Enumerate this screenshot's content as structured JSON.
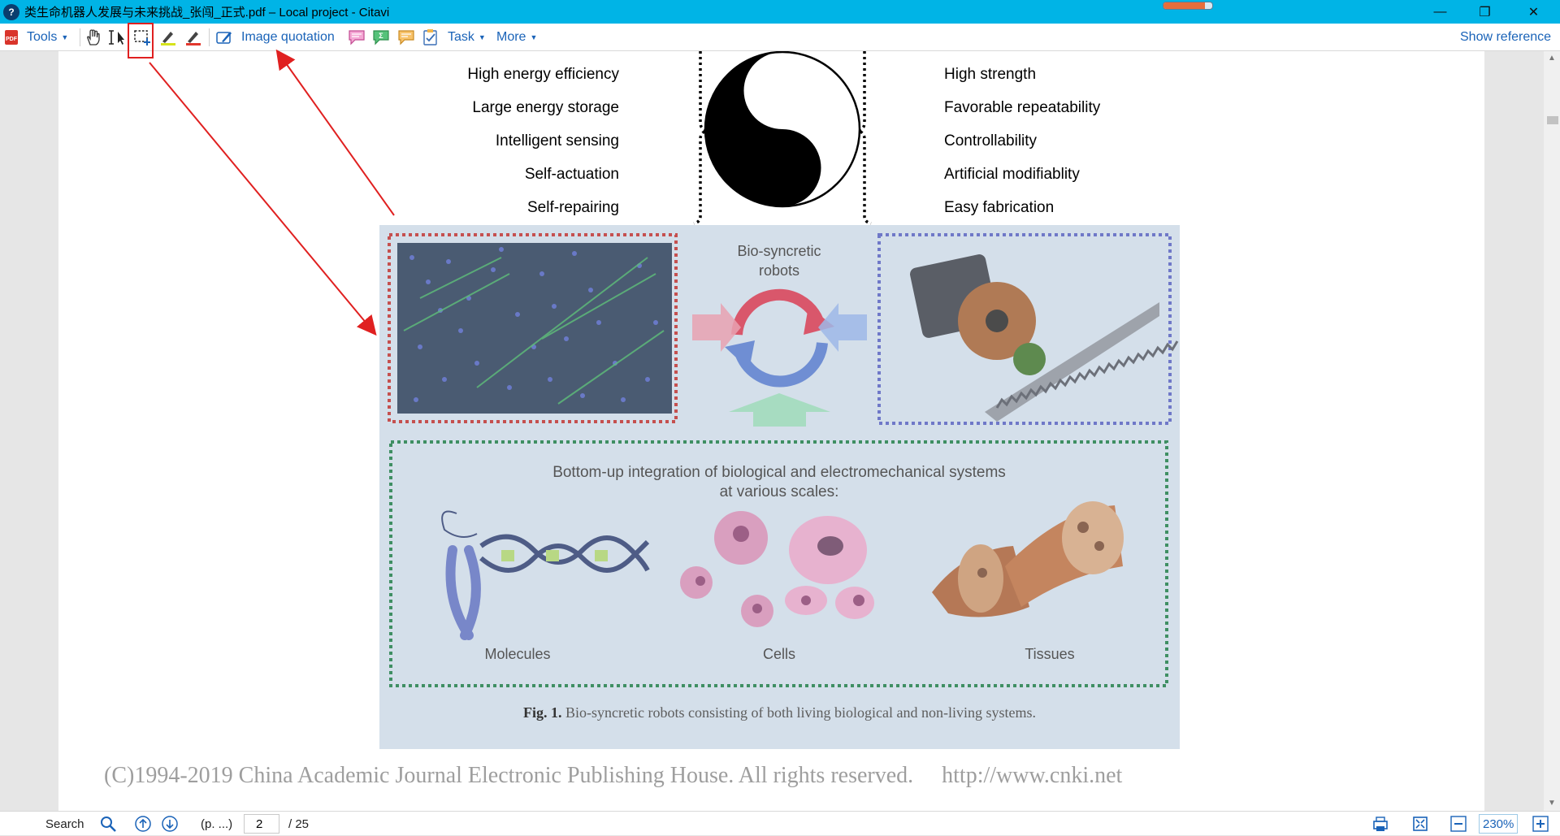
{
  "window": {
    "title": "类生命机器人发展与未来挑战_张闯_正式.pdf – Local project - Citavi",
    "app_icon_glyph": "?",
    "progress_fraction": 0.85,
    "controls": {
      "minimize": "—",
      "maximize": "❐",
      "close": "✕"
    }
  },
  "toolbar": {
    "tools_label": "Tools",
    "image_quotation_label": "Image quotation",
    "task_label": "Task",
    "more_label": "More",
    "show_reference_label": "Show reference"
  },
  "document": {
    "left_traits": [
      "High energy efficiency",
      "Large energy storage",
      "Intelligent sensing",
      "Self-actuation",
      "Self-repairing"
    ],
    "right_traits": [
      "High strength",
      "Favorable repeatability",
      "Controllability",
      "Artificial modifiablity",
      "Easy fabrication"
    ],
    "figure": {
      "center_label_line1": "Bio-syncretic",
      "center_label_line2": "robots",
      "integration_line1": "Bottom-up integration of biological and electromechanical systems",
      "integration_line2": "at various scales:",
      "scale_labels": [
        "Molecules",
        "Cells",
        "Tissues"
      ],
      "caption_prefix": "Fig. 1.",
      "caption_text": " Bio-syncretic robots consisting of both living biological and non-living systems."
    },
    "copyright": "(C)1994-2019 China Academic Journal Electronic Publishing House. All rights reserved.     http://www.cnki.net"
  },
  "statusbar": {
    "search_label": "Search",
    "page_ref": "(p. ...)",
    "current_page": "2",
    "total_pages": "/ 25",
    "zoom": "230%"
  },
  "colors": {
    "titlebar": "#00b4e6",
    "link": "#1a63b8",
    "annotation_red": "#e02020",
    "figure_bg": "#d4dfea"
  }
}
